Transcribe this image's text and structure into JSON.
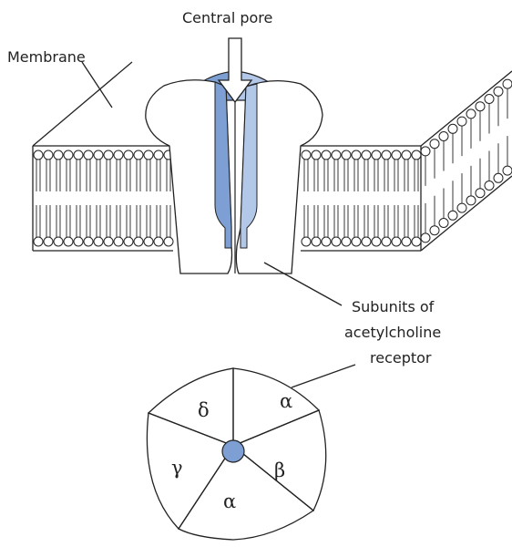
{
  "labels": {
    "pore": "Central pore",
    "membrane": "Membrane",
    "subunits_line1": "Subunits of",
    "subunits_line2": "acetylcholine",
    "subunits_line3": "receptor"
  },
  "subunits": [
    "α",
    "β",
    "α",
    "γ",
    "δ"
  ],
  "colors": {
    "pore_dark": "#7d9fd3",
    "pore_light": "#b3c8e8",
    "outline": "#222222"
  }
}
